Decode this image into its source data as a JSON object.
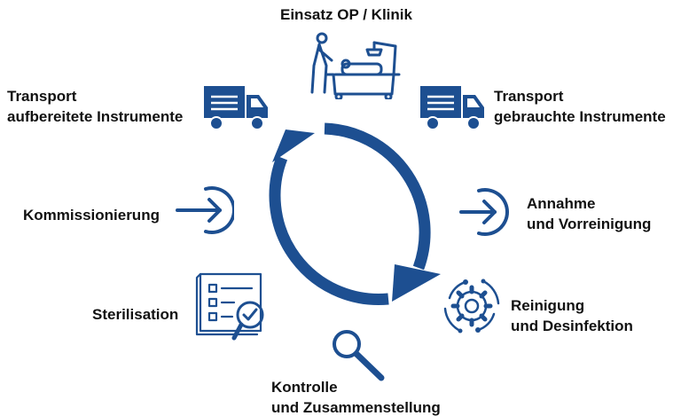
{
  "colors": {
    "accent": "#1d4f91",
    "text": "#111111",
    "background": "#ffffff"
  },
  "steps": {
    "einsatz": {
      "lines": [
        "Einsatz OP / Klinik"
      ],
      "icon": "hospital-bed-icon"
    },
    "transport_gebraucht": {
      "lines": [
        "Transport",
        "gebrauchte Instrumente"
      ],
      "icon": "truck-icon"
    },
    "annahme": {
      "lines": [
        "Annahme",
        "und Vorreinigung"
      ],
      "icon": "arrow-circle-right-icon"
    },
    "reinigung": {
      "lines": [
        "Reinigung",
        "und Desinfektion"
      ],
      "icon": "gear-icon"
    },
    "kontrolle": {
      "lines": [
        "Kontrolle",
        "und Zusammenstellung"
      ],
      "icon": "magnifier-icon"
    },
    "sterilisation": {
      "lines": [
        "Sterilisation"
      ],
      "icon": "checklist-icon"
    },
    "kommissionierung": {
      "lines": [
        "Kommissionierung"
      ],
      "icon": "arrow-circle-right-icon"
    },
    "transport_aufbereitet": {
      "lines": [
        "Transport",
        "aufbereitete Instrumente"
      ],
      "icon": "truck-icon"
    }
  }
}
